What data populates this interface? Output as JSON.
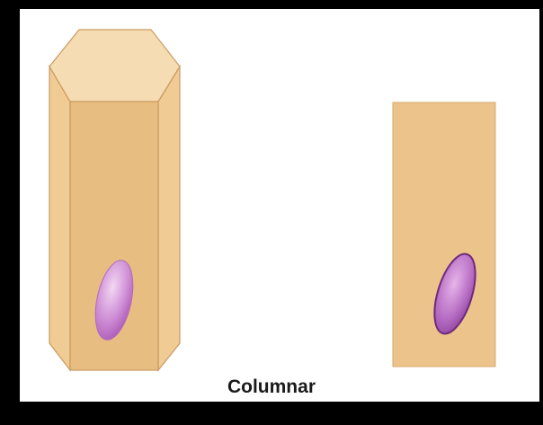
{
  "caption": "Columnar",
  "figures": [
    {
      "name": "columnar-cell-3d",
      "shape": "hexagonal-prism",
      "has_nucleus": true
    },
    {
      "name": "columnar-cell-2d",
      "shape": "rectangle",
      "has_nucleus": true
    }
  ],
  "colors": {
    "background": "#000000",
    "panel": "#ffffff",
    "cell_front": "#e8bd82",
    "cell_side": "#f0cb94",
    "cell_top": "#f6dcb2",
    "cell_edge": "#c99b62",
    "nucleus_light": "#e3b2e6",
    "nucleus_dark": "#a654b5",
    "nucleus_edge": "#6e2a7c"
  }
}
